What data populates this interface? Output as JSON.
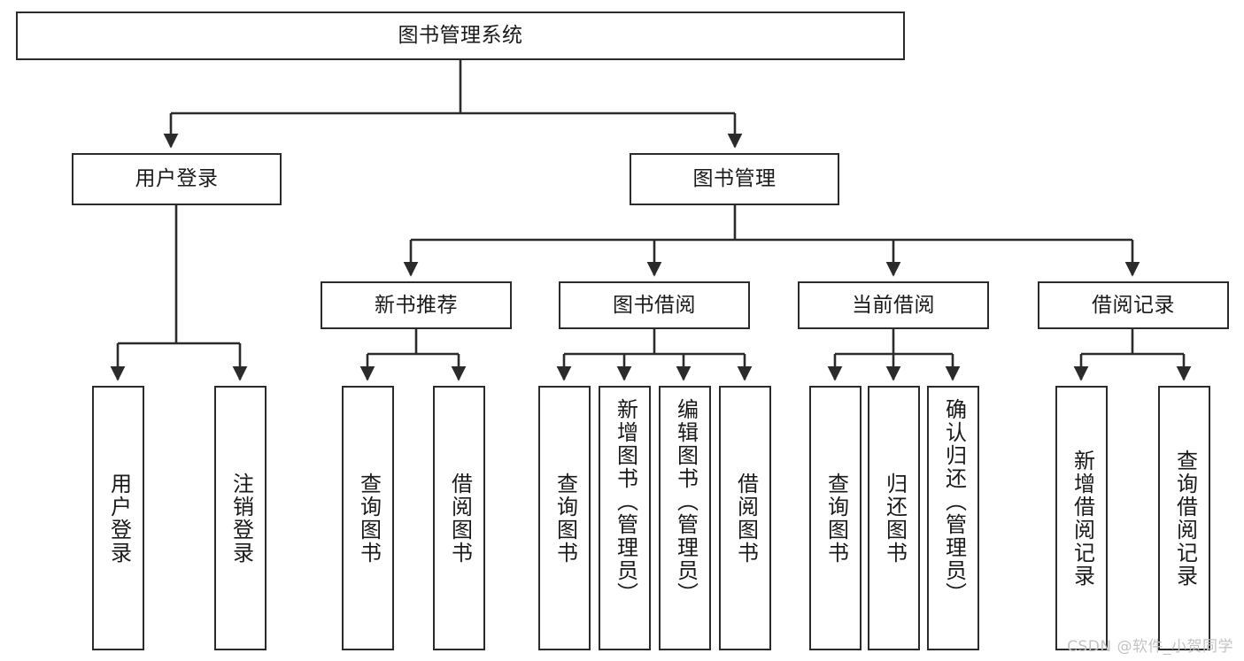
{
  "diagram": {
    "type": "tree",
    "title": "图书管理系统",
    "orientation": "top-down",
    "colors": {
      "box_border": "#2b2b2b",
      "box_fill": "#ffffff",
      "edge": "#2b2b2b",
      "text": "#1a1a1a",
      "watermark": "#c3c3c3",
      "background": "#ffffff"
    }
  },
  "watermark": {
    "text": "CSDN @软件_小贺同学"
  },
  "nodes": {
    "root": {
      "label": "图书管理系统"
    },
    "level2": [
      {
        "id": "user-login",
        "label": "用户登录"
      },
      {
        "id": "book-manage",
        "label": "图书管理"
      }
    ],
    "level3": [
      {
        "id": "new-book-recommend",
        "label": "新书推荐"
      },
      {
        "id": "book-borrow",
        "label": "图书借阅"
      },
      {
        "id": "current-borrow",
        "label": "当前借阅"
      },
      {
        "id": "borrow-record",
        "label": "借阅记录"
      }
    ],
    "leaves": [
      {
        "id": "leaf-user-login",
        "label": "用户登录",
        "parent": "user-login"
      },
      {
        "id": "leaf-logout-login",
        "label": "注销登录",
        "parent": "user-login"
      },
      {
        "id": "leaf-query-book-1",
        "label": "查询图书",
        "parent": "new-book-recommend"
      },
      {
        "id": "leaf-borrow-book-1",
        "label": "借阅图书",
        "parent": "new-book-recommend"
      },
      {
        "id": "leaf-query-book-2",
        "label": "查询图书",
        "parent": "book-borrow"
      },
      {
        "id": "leaf-add-book",
        "label": "新增图书（管理员）",
        "parent": "book-borrow"
      },
      {
        "id": "leaf-edit-book",
        "label": "编辑图书（管理员）",
        "parent": "book-borrow"
      },
      {
        "id": "leaf-borrow-book-2",
        "label": "借阅图书",
        "parent": "book-borrow"
      },
      {
        "id": "leaf-query-book-3",
        "label": "查询图书",
        "parent": "current-borrow"
      },
      {
        "id": "leaf-return-book",
        "label": "归还图书",
        "parent": "current-borrow"
      },
      {
        "id": "leaf-confirm-return",
        "label": "确认归还（管理员）",
        "parent": "current-borrow"
      },
      {
        "id": "leaf-add-record",
        "label": "新增借阅记录",
        "parent": "borrow-record"
      },
      {
        "id": "leaf-query-record",
        "label": "查询借阅记录",
        "parent": "borrow-record"
      }
    ]
  }
}
